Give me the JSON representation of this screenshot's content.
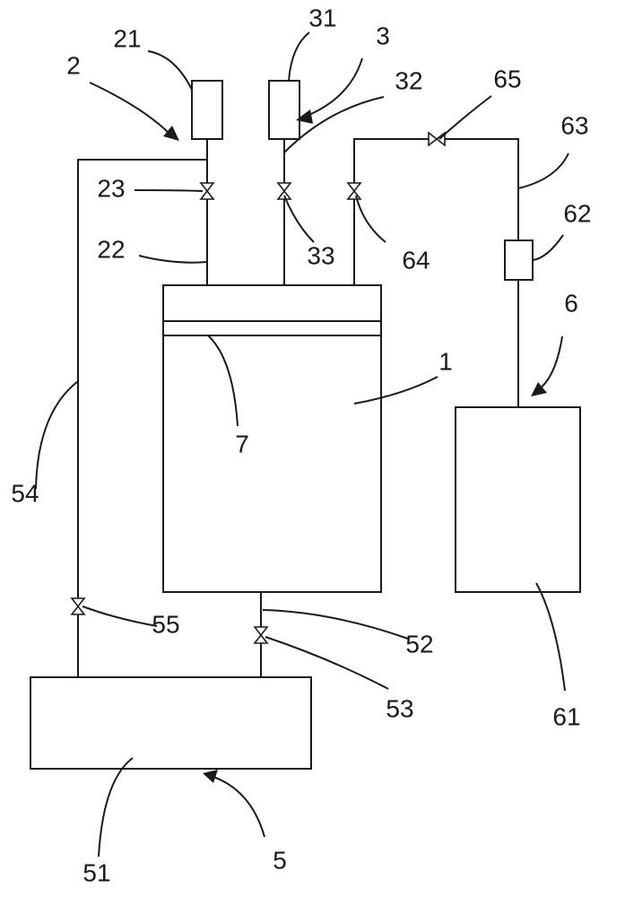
{
  "labels": {
    "l1": "1",
    "l2": "2",
    "l3": "3",
    "l5": "5",
    "l6": "6",
    "l7": "7",
    "l21": "21",
    "l22": "22",
    "l23": "23",
    "l31": "31",
    "l32": "32",
    "l33": "33",
    "l51": "51",
    "l52": "52",
    "l53": "53",
    "l54": "54",
    "l55": "55",
    "l61": "61",
    "l62": "62",
    "l63": "63",
    "l64": "64",
    "l65": "65"
  },
  "colors": {
    "line": "#1a1a1a",
    "background": "#ffffff"
  }
}
